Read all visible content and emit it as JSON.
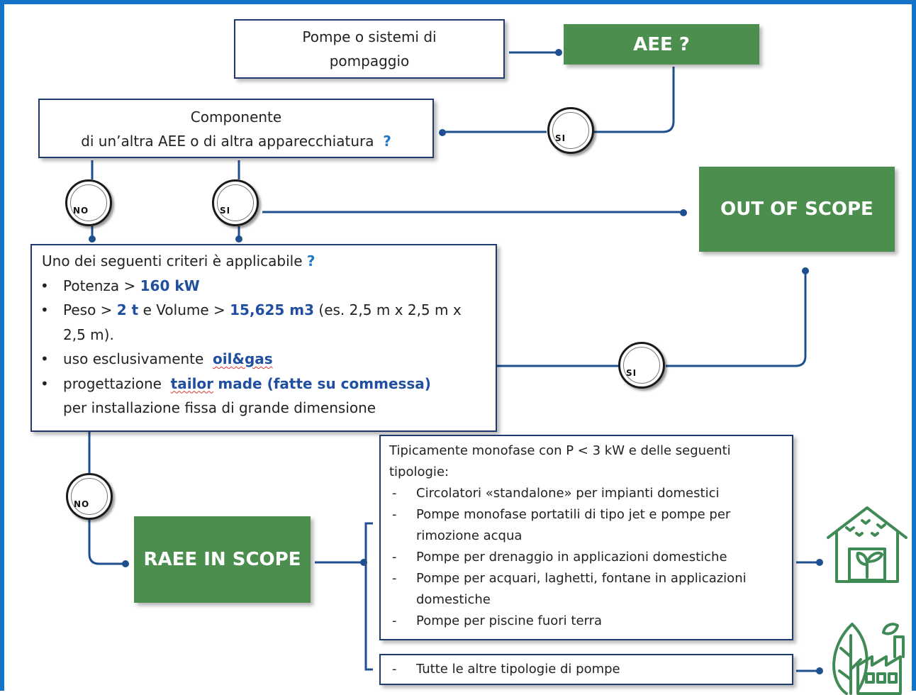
{
  "nodes": {
    "pumps": "Pompe  o sistemi di pompaggio",
    "aee": "AEE ?",
    "component_line1": "Componente",
    "component_line2": "di un’altra AEE o di altra apparecchiatura",
    "component_q": "?",
    "out_of_scope": "OUT OF SCOPE",
    "criteria_title": "Uno dei seguenti criteri è applicabile",
    "criteria_q": "?",
    "raee_in_scope": "RAEE IN SCOPE",
    "other_types": "Tutte le altre tipologie di pompe"
  },
  "criteria": {
    "power_label": "Potenza >",
    "power_value": "160 kW",
    "weight_label": "Peso >",
    "weight_value": "2 t",
    "volume_label": "e Volume >",
    "volume_value": "15,625  m3",
    "volume_note": "(es. 2,5 m x 2,5 m x 2,5 m).",
    "oil_label": "uso esclusivamente",
    "oil_value": "oil&gas",
    "design_label": "progettazione",
    "design_value1": "tailor",
    "design_value2": "made (fatte su commessa)",
    "design_tail": "per installazione fissa di grande dimensione"
  },
  "typical": {
    "intro": "Tipicamente  monofase  con  P < 3 kW e delle  seguenti  tipologie:",
    "items": [
      "Circolatori «standalone»  per impianti  domestici",
      "Pompe monofase portatili di tipo jet e pompe  per rimozione  acqua",
      "Pompe per drenaggio in applicazioni  domestiche",
      "Pompe  per  acquari, laghetti, fontane in applicazioni  domestiche",
      "Pompe  per piscine  fuori terra"
    ]
  },
  "labels": {
    "si": "SI",
    "no": "NO"
  },
  "colors": {
    "frame": "#1473c9",
    "green": "#4b8e4e",
    "line": "#1f3a6e",
    "accent": "#1f78c8",
    "icon": "#3f8a55"
  },
  "icons": [
    "house-plant-icon",
    "leaf-factory-icon"
  ]
}
